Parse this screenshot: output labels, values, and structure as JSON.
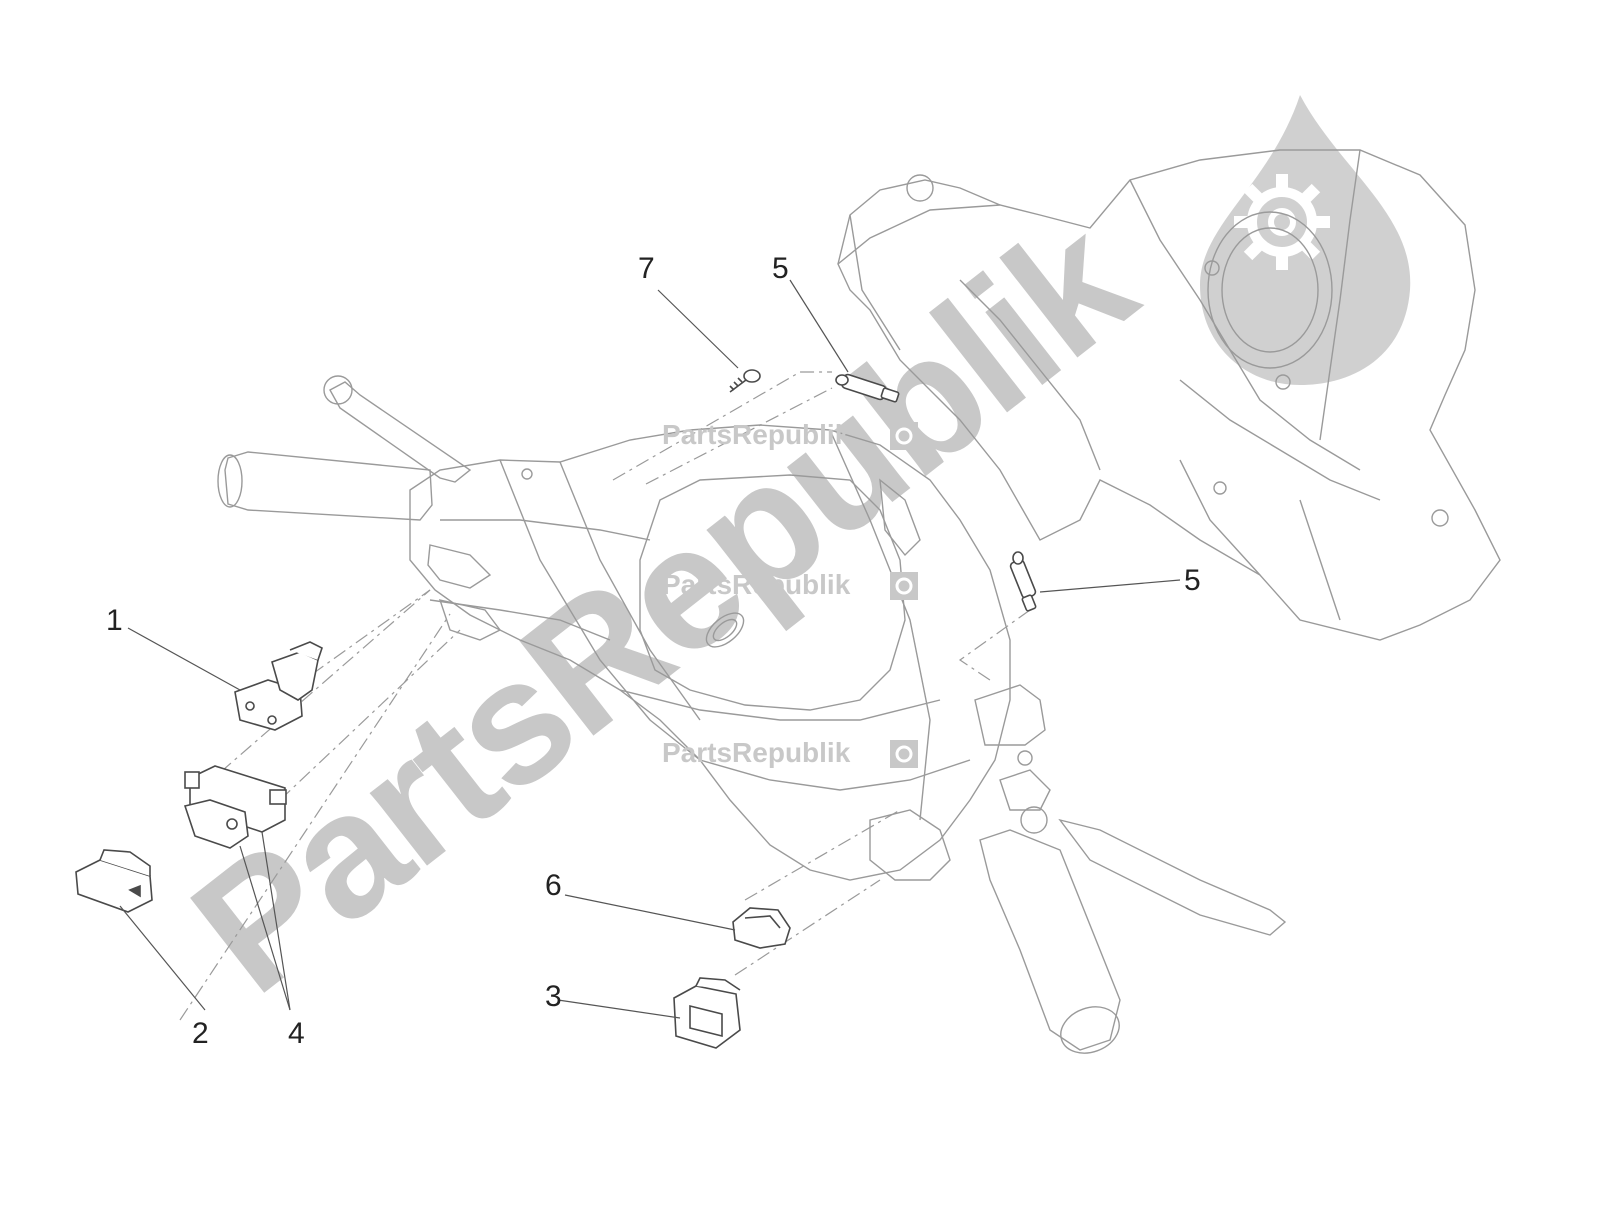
{
  "diagram": {
    "callouts": [
      "1",
      "2",
      "3",
      "4",
      "5",
      "5",
      "6",
      "7"
    ]
  },
  "watermark": {
    "big_text": "PartsRepublik",
    "small_text": "PartsRepublik",
    "gear_icon": "gear-icon",
    "color": "#c8c8c8"
  },
  "colors": {
    "line": "#9a9a9a",
    "part": "#4a4a4a",
    "label": "#222222"
  }
}
